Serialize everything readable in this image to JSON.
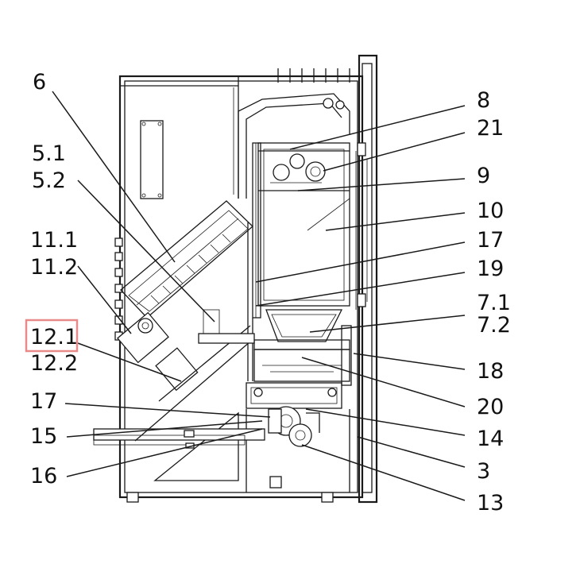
{
  "labels": {
    "l6": "6",
    "l51": "5.1",
    "l52": "5.2",
    "l111": "11.1",
    "l112": "11.2",
    "l121": "12.1",
    "l122": "12.2",
    "l17a": "17",
    "l15": "15",
    "l16": "16",
    "l8": "8",
    "l21": "21",
    "l9": "9",
    "l10": "10",
    "l17b": "17",
    "l19": "19",
    "l71": "7.1",
    "l72": "7.2",
    "l18": "18",
    "l20": "20",
    "l14": "14",
    "l3": "3",
    "l13": "13"
  },
  "highlight": {
    "target": "12.1",
    "color": "#e88a8a"
  }
}
